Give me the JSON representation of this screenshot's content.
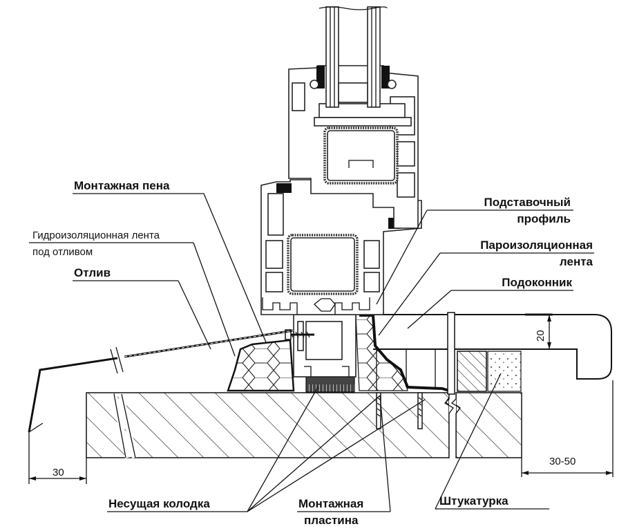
{
  "title": "Узел примыкания оконного блока к подоконнику и отливу",
  "labels": {
    "mounting_foam": "Монтажная пена",
    "waterproof_tape_line1": "Гидроизоляционная лента",
    "waterproof_tape_line2": "под отливом",
    "drip_sill": "Отлив",
    "support_profile_line1": "Подставочный",
    "support_profile_line2": "профиль",
    "vapor_tape_line1": "Пароизоляционная",
    "vapor_tape_line2": "лента",
    "windowsill": "Подоконник",
    "bearing_block": "Несущая колодка",
    "mounting_plate_line1": "Монтажная",
    "mounting_plate_line2": "пластина",
    "plaster": "Штукатурка"
  },
  "dimensions": {
    "drip_overhang": "30",
    "sill_overhang": "30-50",
    "sill_thickness": "20"
  },
  "colors": {
    "line": "#111111",
    "background": "#ffffff"
  }
}
